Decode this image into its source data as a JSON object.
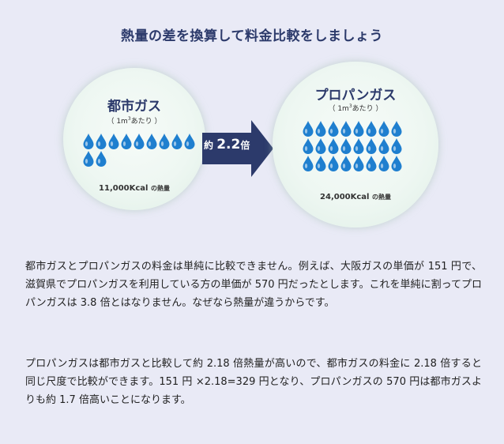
{
  "title": "熱量の差を換算して料金比較をしましょう",
  "city_gas": {
    "name": "都市ガス",
    "unit_open": "（ 1m",
    "unit_sup": "3",
    "unit_close": "あたり ）",
    "drop_count": 11,
    "heat_value": "11,000Kcal",
    "heat_suffix": "の熱量"
  },
  "propane_gas": {
    "name": "プロパンガス",
    "unit_open": "（ 1m",
    "unit_sup": "3",
    "unit_close": "あたり ）",
    "drop_count": 24,
    "heat_value": "24,000Kcal",
    "heat_suffix": "の熱量"
  },
  "arrow": {
    "prefix": "約",
    "ratio": "2.2",
    "suffix": "倍"
  },
  "colors": {
    "drop": "#1f7fcf",
    "arrow": "#2c3a6b",
    "title": "#2c3a6b"
  },
  "paragraphs": [
    "都市ガスとプロパンガスの料金は単純に比較できません。例えば、大阪ガスの単価が 151 円で、滋賀県でプロパンガスを利用している方の単価が 570 円だったとします。これを単純に割ってプロパンガスは 3.8 倍とはなりません。なぜなら熱量が違うからです。",
    "プロパンガスは都市ガスと比較して約 2.18 倍熱量が高いので、都市ガスの料金に 2.18 倍すると同じ尺度で比較ができます。151 円 ×2.18=329 円となり、プロパンガスの 570 円は都市ガスよりも約 1.7 倍高いことになります。"
  ]
}
